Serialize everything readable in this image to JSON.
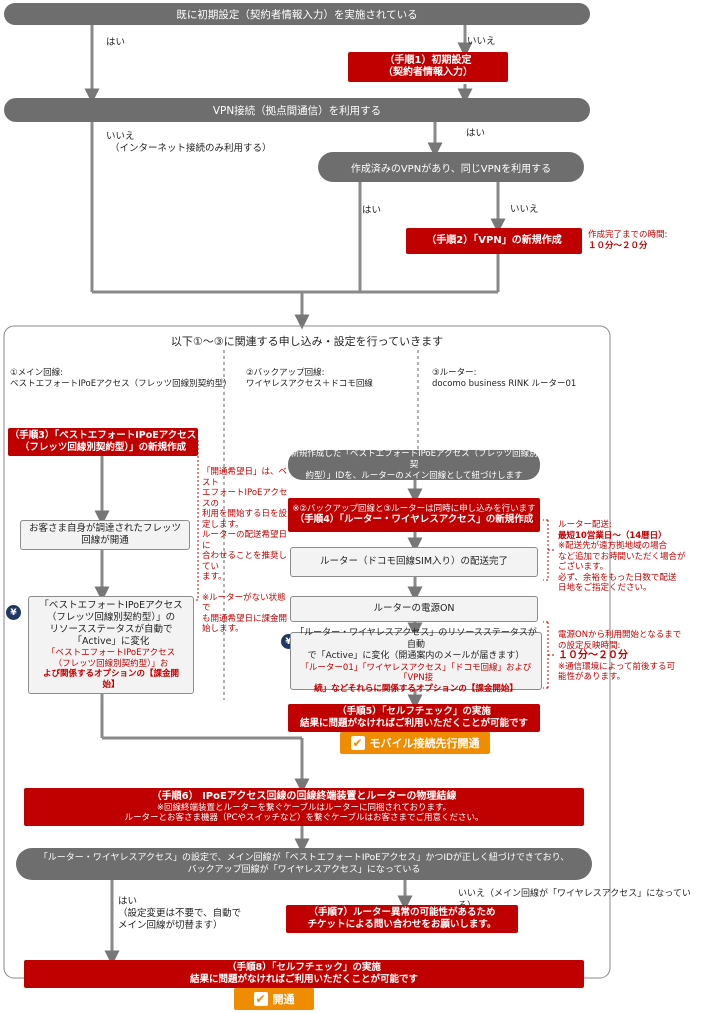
{
  "steps": {
    "q_initial": "既に初期設定（契約者情報入力）を実施されている",
    "yes1": "はい",
    "no1": "いいえ",
    "s1_title": "（手順1）初期設定",
    "s1_sub": "（契約者情報入力）",
    "q_vpn": "VPN接続（拠点間通信）を利用する",
    "no2": "いいえ",
    "no2_sub": "（インターネット接続のみ利用する）",
    "yes2": "はい",
    "q_same_vpn": "作成済みのVPNがあり、同じVPNを利用する",
    "yes3": "はい",
    "no3": "いいえ",
    "s2_title": "（手順2）「VPN」の新規作成",
    "s2_note1": "作成完了までの時間:",
    "s2_note2": "１０分～２０分"
  },
  "panel": {
    "title": "以下①～③に関連する申し込み・設定を行っていきます",
    "col1_line1": "①メイン回線:",
    "col1_line2": "ベストエフォートIPoEアクセス（フレッツ回線別契約型）",
    "col2_line1": "②バックアップ回線:",
    "col2_line2": "ワイヤレスアクセス＋ドコモ回線",
    "col3_line1": "③ルーター:",
    "col3_line2": "docomo business RINK ルーター01"
  },
  "col1": {
    "s3_l1": "（手順3）「ベストエフォートIPoEアクセス",
    "s3_l2": "（フレッツ回線別契約型）」の新規作成",
    "note_l1": "「開通希望日」は、ベスト",
    "note_l2": "エフォートIPoEアクセスの",
    "note_l3": "利用を開始する日を設",
    "note_l4": "定します。",
    "note_l5": "ルーターの配送希望日に",
    "note_l6": "合わせることを推奨してい",
    "note_l7": "ます。",
    "note_l8": "※ルーターがない状態で",
    "note_l9": "も開通希望日に課金開",
    "note_l10": "始します。",
    "flets_l1": "お客さま自身が調達されたフレッツ",
    "flets_l2": "回線が開通",
    "active_l1": "「ベストエフォートIPoEアクセス",
    "active_l2": "（フレッツ回線別契約型）」の",
    "active_l3": "リソースステータスが自動で",
    "active_l4": "「Active」に変化",
    "active_r1": "「ベストエフォートIPoEアクセス",
    "active_r2": "（フレッツ回線別契約型）」お",
    "active_r3": "よび関係するオプションの【課金開",
    "active_r4": "始】",
    "yen": "¥"
  },
  "col23": {
    "new_l1": "新規作成した「ベストエフォートIPoEアクセス（フレッツ回線別契",
    "new_l2": "約型）」IDを、ルーターのメイン回線として紐づけします",
    "s4_note": "※②バックアップ回線と③ルーターは同時に申し込みを行います",
    "s4_title": "（手順4）「ルーター・ワイヤレスアクセス」の新規作成",
    "ship": "ルーター（ドコモ回線SIM入り）の配送完了",
    "ship_n1": "ルーター配送:",
    "ship_n2": "最短10営業日～（14暦日）",
    "ship_n3": "※配送先が遠方拠地域の場合",
    "ship_n4": "など追加でお時間いただく場合が",
    "ship_n5": "ございます。",
    "ship_n6": "必ず、余裕をもった日数で配送",
    "ship_n7": "日地をご指定ください。",
    "power": "ルーターの電源ON",
    "pw_n1": "電源ONから利用開始となるまで",
    "pw_n2": "の設定反映時間:",
    "pw_n3": "１０分～２０分",
    "pw_n4": "※通信環境によって前後する可",
    "pw_n5": "能性があります。",
    "ra_l1": "「ルーター・ワイヤレスアクセス」のリソースステータスが自動",
    "ra_l2": "で「Active」に変化（開通案内のメールが届きます）",
    "ra_r1": "「ルーター01」「ワイヤレスアクセス」「ドコモ回線」および「VPN接",
    "ra_r2": "続」などそれらに関係するオプションの【課金開始】",
    "yen": "¥",
    "s5_l1": "（手順5）「セルフチェック」の実施",
    "s5_l2": "結果に問題がなければご利用いただくことが可能です",
    "mobile": "モバイル接続先行開通"
  },
  "bottom": {
    "s6_title": "（手順6） IPoEアクセス回線の回線終端装置とルーターの物理結線",
    "s6_n1": "※回線終端装置とルーターを繋ぐケーブルはルーターに同梱されております。",
    "s6_n2": "ルーターとお客さま機器（PCやスイッチなど）を繋ぐケーブルはお客さまでご用意ください。",
    "q_final_l1": "「ルーター・ワイヤレスアクセス」の設定で、メイン回線が「ベストエフォートIPoEアクセス」かつIDが正しく紐づけできており、",
    "q_final_l2": "バックアップ回線が「ワイヤレスアクセス」になっている",
    "yes4": "はい",
    "yes4_s1": "（設定変更は不要で、自動で",
    "yes4_s2": "メイン回線が切替ます）",
    "no4": "いいえ（メイン回線が「ワイヤレスアクセス」になっている）",
    "s7_l1": "（手順7）ルーター異常の可能性があるため",
    "s7_l2": "チケットによる問い合わせをお願いします。",
    "s8_l1": "（手順8）「セルフチェック」の実施",
    "s8_l2": "結果に問題がなければご利用いただくことが可能です",
    "open": "開通"
  },
  "colors": {
    "gray": "#6e6e6e",
    "red": "#c00000",
    "orange": "#f08c00",
    "navy": "#1f3864"
  }
}
